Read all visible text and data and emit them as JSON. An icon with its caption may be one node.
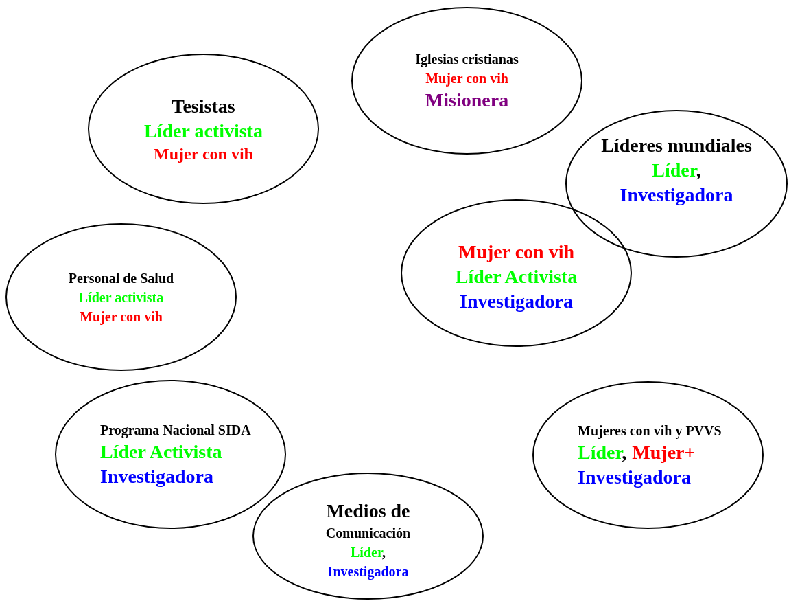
{
  "diagram": {
    "nodes": [
      {
        "text": [
          "Tesistas",
          "Líder activista",
          "Mujer con vih"
        ]
      },
      {
        "text": [
          "Iglesias cristianas",
          "Mujer con vih",
          "Misionera"
        ]
      },
      {
        "text": [
          "Líderes mundiales",
          "Líder,",
          "Investigadora"
        ]
      },
      {
        "text": [
          "Mujer con vih",
          "Líder Activista",
          "Investigadora"
        ]
      },
      {
        "text": [
          "Personal de Salud",
          "Líder activista",
          "Mujer con vih"
        ]
      },
      {
        "text": [
          "Programa Nacional SIDA",
          "Líder Activista",
          "Investigadora"
        ]
      },
      {
        "text": [
          "Medios de",
          "Comunicación",
          "Líder,",
          "Investigadora"
        ]
      },
      {
        "text": [
          "Mujeres con vih y PVVS",
          "Líder,",
          "Mujer+",
          "Investigadora"
        ]
      }
    ]
  }
}
